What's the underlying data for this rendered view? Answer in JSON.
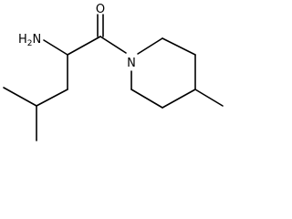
{
  "molecule": {
    "atom_labels": {
      "amine": "H2N",
      "carbonyl_oxygen": "O",
      "ring_nitrogen": "N"
    },
    "colors": {
      "bond": "#000000",
      "label": "#000000",
      "background": "#ffffff"
    }
  }
}
